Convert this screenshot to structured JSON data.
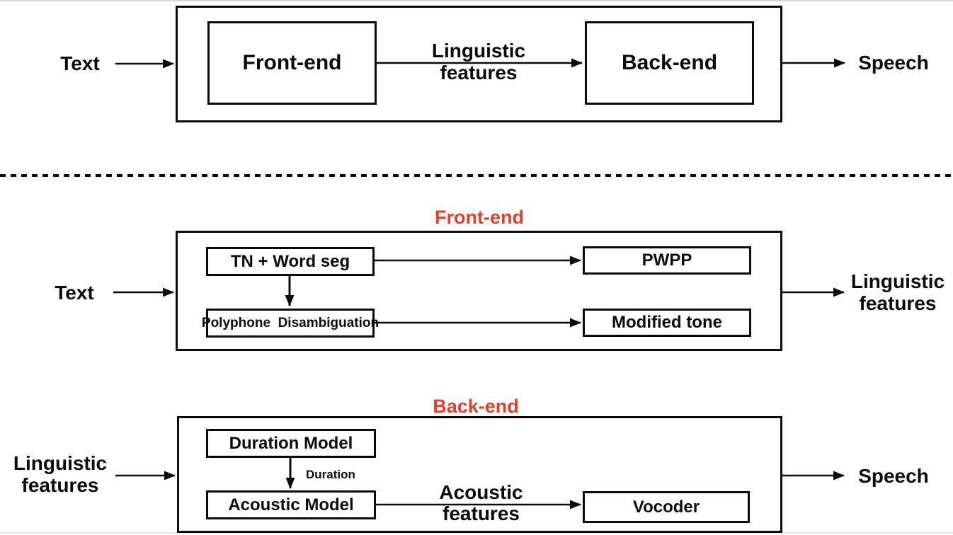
{
  "palette": {
    "accent_red": "#e0402d",
    "line_black": "#0b0b0b",
    "background": "#ffffff",
    "top_edge_line": "#d8d8dd",
    "bottom_edge_line": "#e4e8ee"
  },
  "overview": {
    "input_label": "Text",
    "front_end_box": "Front-end",
    "mid_label": "Linguistic features",
    "back_end_box": "Back-end",
    "output_label": "Speech"
  },
  "front_end_section": {
    "title": "Front-end",
    "input_label": "Text",
    "boxes": {
      "tn_word_seg": "TN + Word seg",
      "pwpp": "PWPP",
      "polyphone": "Polyphone  Disambiguation",
      "modified_tone": "Modified tone"
    },
    "output_label": "Linguistic features"
  },
  "back_end_section": {
    "title": "Back-end",
    "input_label": "Linguistic features",
    "boxes": {
      "duration_model": "Duration Model",
      "acoustic_model": "Acoustic Model",
      "vocoder": "Vocoder"
    },
    "duration_arrow_label": "Duration",
    "mid_label": "Acoustic features",
    "output_label": "Speech"
  }
}
